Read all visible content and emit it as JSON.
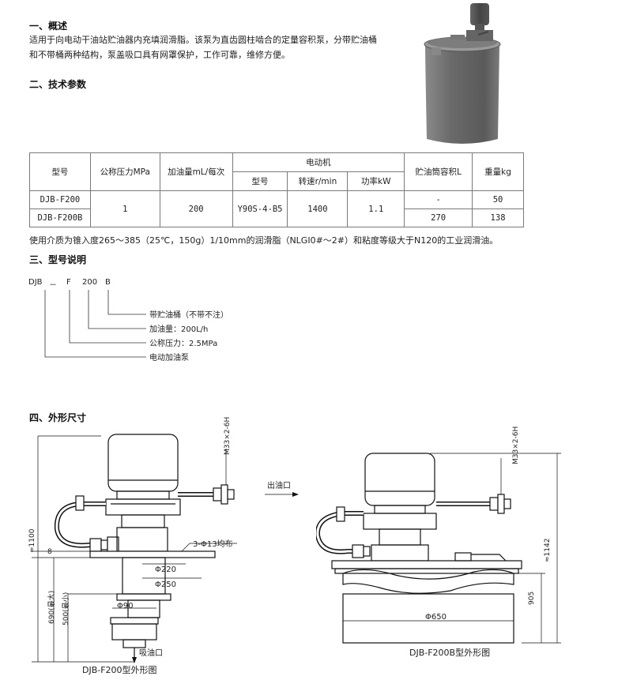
{
  "section1": {
    "heading": "一、概述",
    "line1": "适用于向电动干油站贮油器内充填润滑脂。该泵为直齿圆柱啮合的定量容积泵，分带贮油桶",
    "line2": "和不带桶两种结构，泵盖吸口具有网罩保护，工作可靠，维修方便。"
  },
  "section2": {
    "heading": "二、技术参数",
    "table": {
      "h_model": "型号",
      "h_pressure": "公称压力MPa",
      "h_flow": "加油量mL/每次",
      "h_motor": "电动机",
      "h_motor_model": "型号",
      "h_speed": "转速r/min",
      "h_power": "功率kW",
      "h_volume": "贮油筒容积L",
      "h_weight": "重量kg",
      "rows": [
        {
          "model": "DJB-F200",
          "volume": "-",
          "weight": "50"
        },
        {
          "model": "DJB-F200B",
          "volume": "270",
          "weight": "138"
        }
      ],
      "pressure": "1",
      "flow": "200",
      "motor_model": "Y90S-4-B5",
      "speed": "1400",
      "power": "1.1"
    },
    "note": "使用介质为锥入度265～385（25℃，150g）1/10mm的润滑脂（NLGI0#～2#）和粘度等级大于N120的工业润滑油。"
  },
  "section3": {
    "heading": "三、型号说明",
    "code_parts": [
      "DJB",
      "－",
      "F",
      "200",
      "B"
    ],
    "legend": [
      "带贮油桶（不带不注）",
      "加油量：200L/h",
      "公称压力：2.5MPa",
      "电动加油泵"
    ]
  },
  "section4": {
    "heading": "四、外形尺寸",
    "left_drawing": {
      "caption": "DJB-F200型外形图",
      "outlet": "出油口",
      "inlet": "吸油口",
      "thread": "M33×2-6H",
      "holes": "3-Φ13均布",
      "d220": "Φ220",
      "d250": "Φ250",
      "d90": "Φ90",
      "h1100": "≈1100",
      "h8": "8",
      "h690": "690(最大)",
      "h500": "500(最小)"
    },
    "right_drawing": {
      "caption": "DJB-F200B型外形图",
      "thread": "M33×2-6H",
      "h1142": "≈1142",
      "h905": "905",
      "d650": "Φ650"
    }
  },
  "colors": {
    "drum": "#6e6e6e",
    "lines": "#111111",
    "table_border": "#7a7a7a"
  }
}
